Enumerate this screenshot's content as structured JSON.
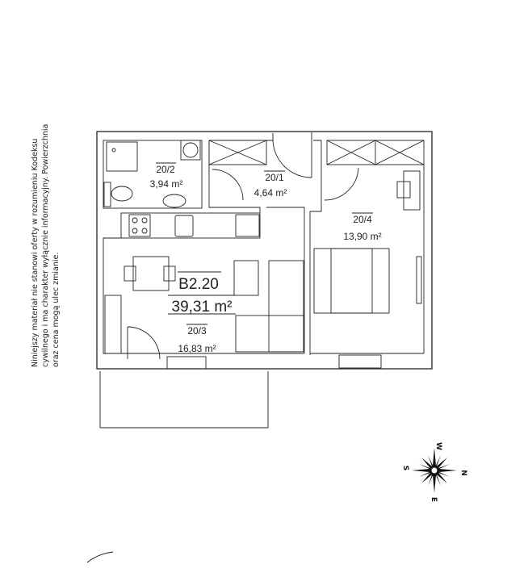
{
  "disclaimer": {
    "line1": "Niniejszy materiał nie stanowi oferty w rozumieniu Kodeksu",
    "line2": "cywilnego i ma charakter wyłącznie informacyjny. Powierzchnia",
    "line3": "oraz cena mogą ulec zmianie."
  },
  "unit": {
    "id": "B2.20",
    "area": "39,31 m²"
  },
  "rooms": [
    {
      "number": "20/1",
      "area": "4,64 m²"
    },
    {
      "number": "20/2",
      "area": "3,94 m²"
    },
    {
      "number": "20/3",
      "area": "16,83 m²"
    },
    {
      "number": "20/4",
      "area": "13,90 m²"
    }
  ],
  "compass": {
    "top": "W",
    "right": "N",
    "bottom": "E",
    "left": "S"
  }
}
